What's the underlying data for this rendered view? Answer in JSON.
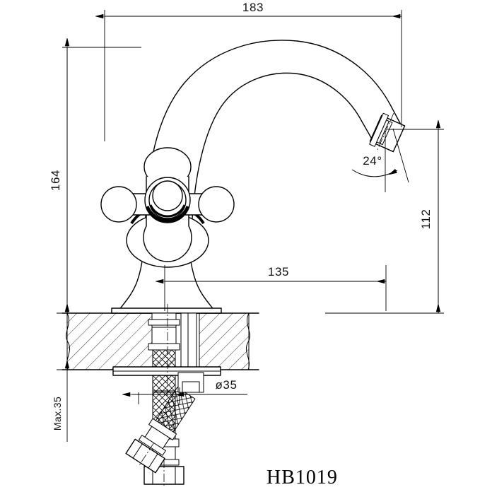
{
  "drawing": {
    "title": "HB1019",
    "part_number": "HB1019",
    "type": "basin mixer tap dimensioned drawing",
    "background_color": "#ffffff",
    "line_color": "#000000"
  },
  "dimensions": {
    "overall_width": {
      "label": "183",
      "name": "overall-spout-reach-width",
      "orientation": "horizontal",
      "position": "top"
    },
    "overall_height": {
      "label": "164",
      "name": "overall-body-height",
      "orientation": "vertical",
      "position": "left"
    },
    "spout_height": {
      "label": "112",
      "name": "spout-outlet-height",
      "orientation": "vertical",
      "position": "right"
    },
    "spout_reach": {
      "label": "135",
      "name": "spout-reach",
      "orientation": "horizontal",
      "position": "middle"
    },
    "outlet_angle": {
      "label": "24°",
      "name": "outlet-angle",
      "orientation": "angular",
      "position": "right"
    },
    "mounting_hole": {
      "label": "ø35",
      "name": "mounting-hole-diameter",
      "orientation": "horizontal",
      "position": "deck"
    },
    "deck_thickness": {
      "label": "Max.35",
      "name": "max-deck-thickness",
      "orientation": "vertical",
      "position": "left-lower"
    }
  },
  "components": {
    "spout": "gooseneck-spout",
    "handles": "cross-handle",
    "aerator": "aerator-outlet",
    "base": "flared-base",
    "deck": "hatched-counter-section",
    "hoses": "braided-supply-hoses",
    "nuts": "hex-coupling-nuts"
  }
}
